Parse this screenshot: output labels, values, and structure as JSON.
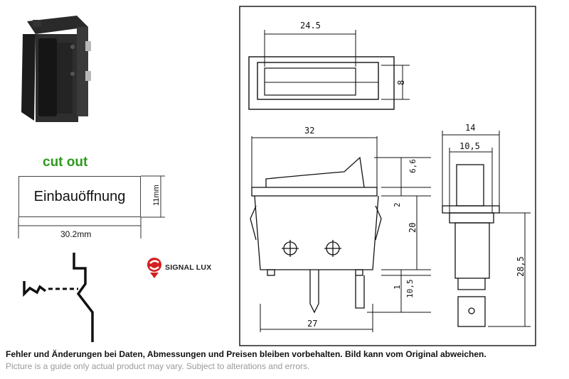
{
  "cutout": {
    "title": "cut out",
    "label": "Einbauöffnung",
    "height_label": "11mm",
    "width_label": "30.2mm"
  },
  "brand": {
    "name": "SIGNAL LUX"
  },
  "drawing": {
    "top_view": {
      "width": "24.5",
      "height": "8"
    },
    "front_view": {
      "width_top": "32",
      "width_bottom": "27",
      "dim_6_6": "6,6",
      "dim_2": "2",
      "dim_20": "20",
      "dim_1": "1",
      "dim_10_5": "10,5"
    },
    "side_view": {
      "width_outer": "14",
      "width_inner": "10,5",
      "total_height": "28,5"
    }
  },
  "disclaimer": {
    "german": "Fehler und Änderungen bei Daten, Abmessungen und Preisen bleiben vorbehalten. Bild kann vom Original abweichen.",
    "english": "Picture is a guide only actual product may vary. Subject to alterations and errors."
  }
}
